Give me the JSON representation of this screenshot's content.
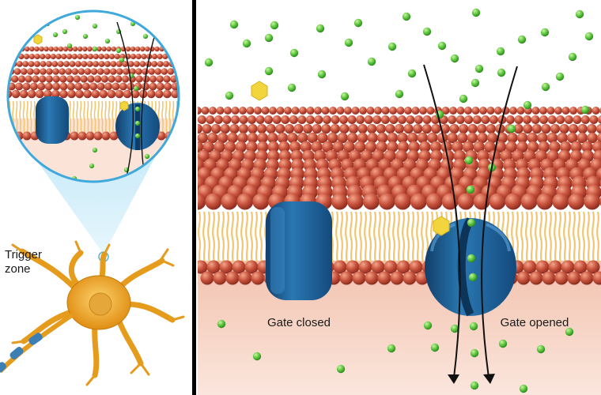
{
  "labels": {
    "trigger_line1": "Trigger",
    "trigger_line2": "zone",
    "gate_closed": "Gate closed",
    "gate_opened": "Gate opened"
  },
  "colors": {
    "lipid_head": "#c24a36",
    "lipid_head_light": "#e37a5e",
    "lipid_tail": "#f0c673",
    "channel": "#1f5f95",
    "channel_dark": "#0f3c66",
    "ion": "#57c23a",
    "cytoplasm": "#f7d6c8",
    "neuron": "#e59b1c",
    "magnifier": "#6cc3ea",
    "ligand": "#f2d53c"
  },
  "icons": {
    "ion": "green-ion-sphere-icon",
    "ligand": "yellow-hexagon-icon"
  }
}
